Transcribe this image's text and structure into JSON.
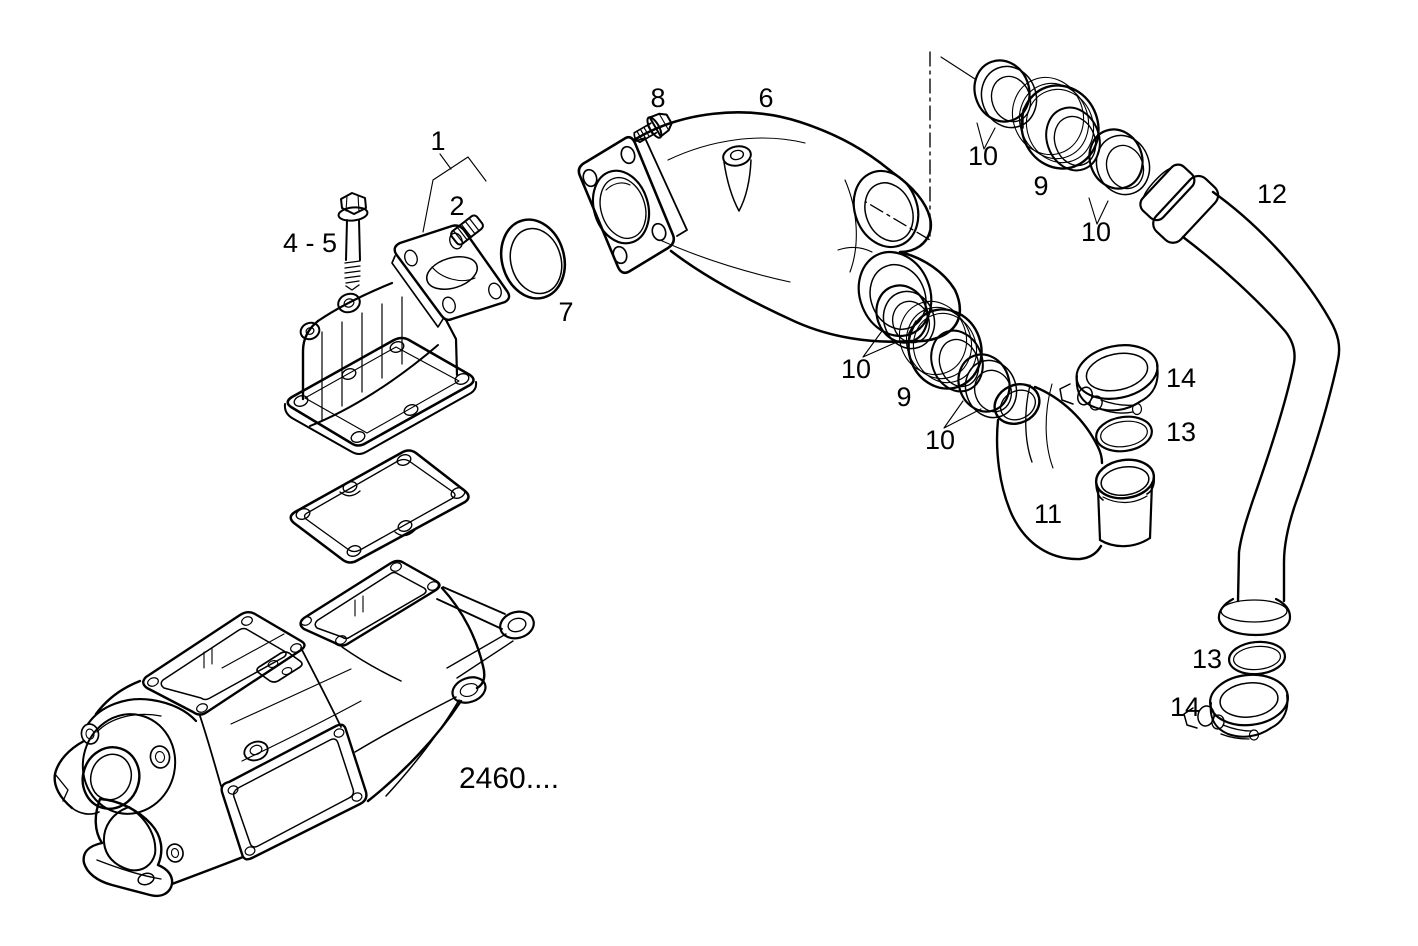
{
  "diagram": {
    "type": "exploded-parts-diagram",
    "style": {
      "background_color": "#ffffff",
      "line_color": "#000000",
      "text_color": "#000000"
    },
    "callouts": [
      {
        "text": "1"
      },
      {
        "text": "2"
      },
      {
        "text": "4 - 5"
      },
      {
        "text": "7"
      },
      {
        "text": "8"
      },
      {
        "text": "6"
      },
      {
        "text": "10"
      },
      {
        "text": "9"
      },
      {
        "text": "10"
      },
      {
        "text": "12"
      },
      {
        "text": "10"
      },
      {
        "text": "9"
      },
      {
        "text": "10"
      },
      {
        "text": "11"
      },
      {
        "text": "14"
      },
      {
        "text": "13"
      },
      {
        "text": "13"
      },
      {
        "text": "14"
      },
      {
        "text": "2460...."
      }
    ]
  }
}
